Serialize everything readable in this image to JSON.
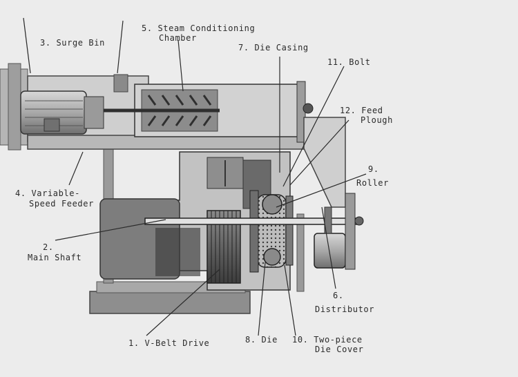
{
  "colors": {
    "background": "#ececec",
    "ink": "#2a2a2a",
    "metal_light": "#c9c9c9",
    "metal_mid": "#9c9c9c",
    "metal_dark": "#4a4a4a"
  },
  "labels": {
    "v_belt_drive": "1. V-Belt Drive",
    "main_shaft_num": "2.",
    "main_shaft": "Main Shaft",
    "surge_bin": "3. Surge Bin",
    "feeder_line1": "4. Variable-",
    "feeder_line2": "Speed Feeder",
    "steam_line1": "5. Steam Conditioning",
    "steam_line2": "Chamber",
    "distributor_num": "6.",
    "distributor": "Distributor",
    "die_casing": "7. Die Casing",
    "die": "8. Die",
    "roller_num": "9.",
    "roller": "Roller",
    "die_cover_line1": "10. Two-piece",
    "die_cover_line2": "Die Cover",
    "bolt": "11. Bolt",
    "feed_plough_line1": "12. Feed",
    "feed_plough_line2": "Plough"
  }
}
